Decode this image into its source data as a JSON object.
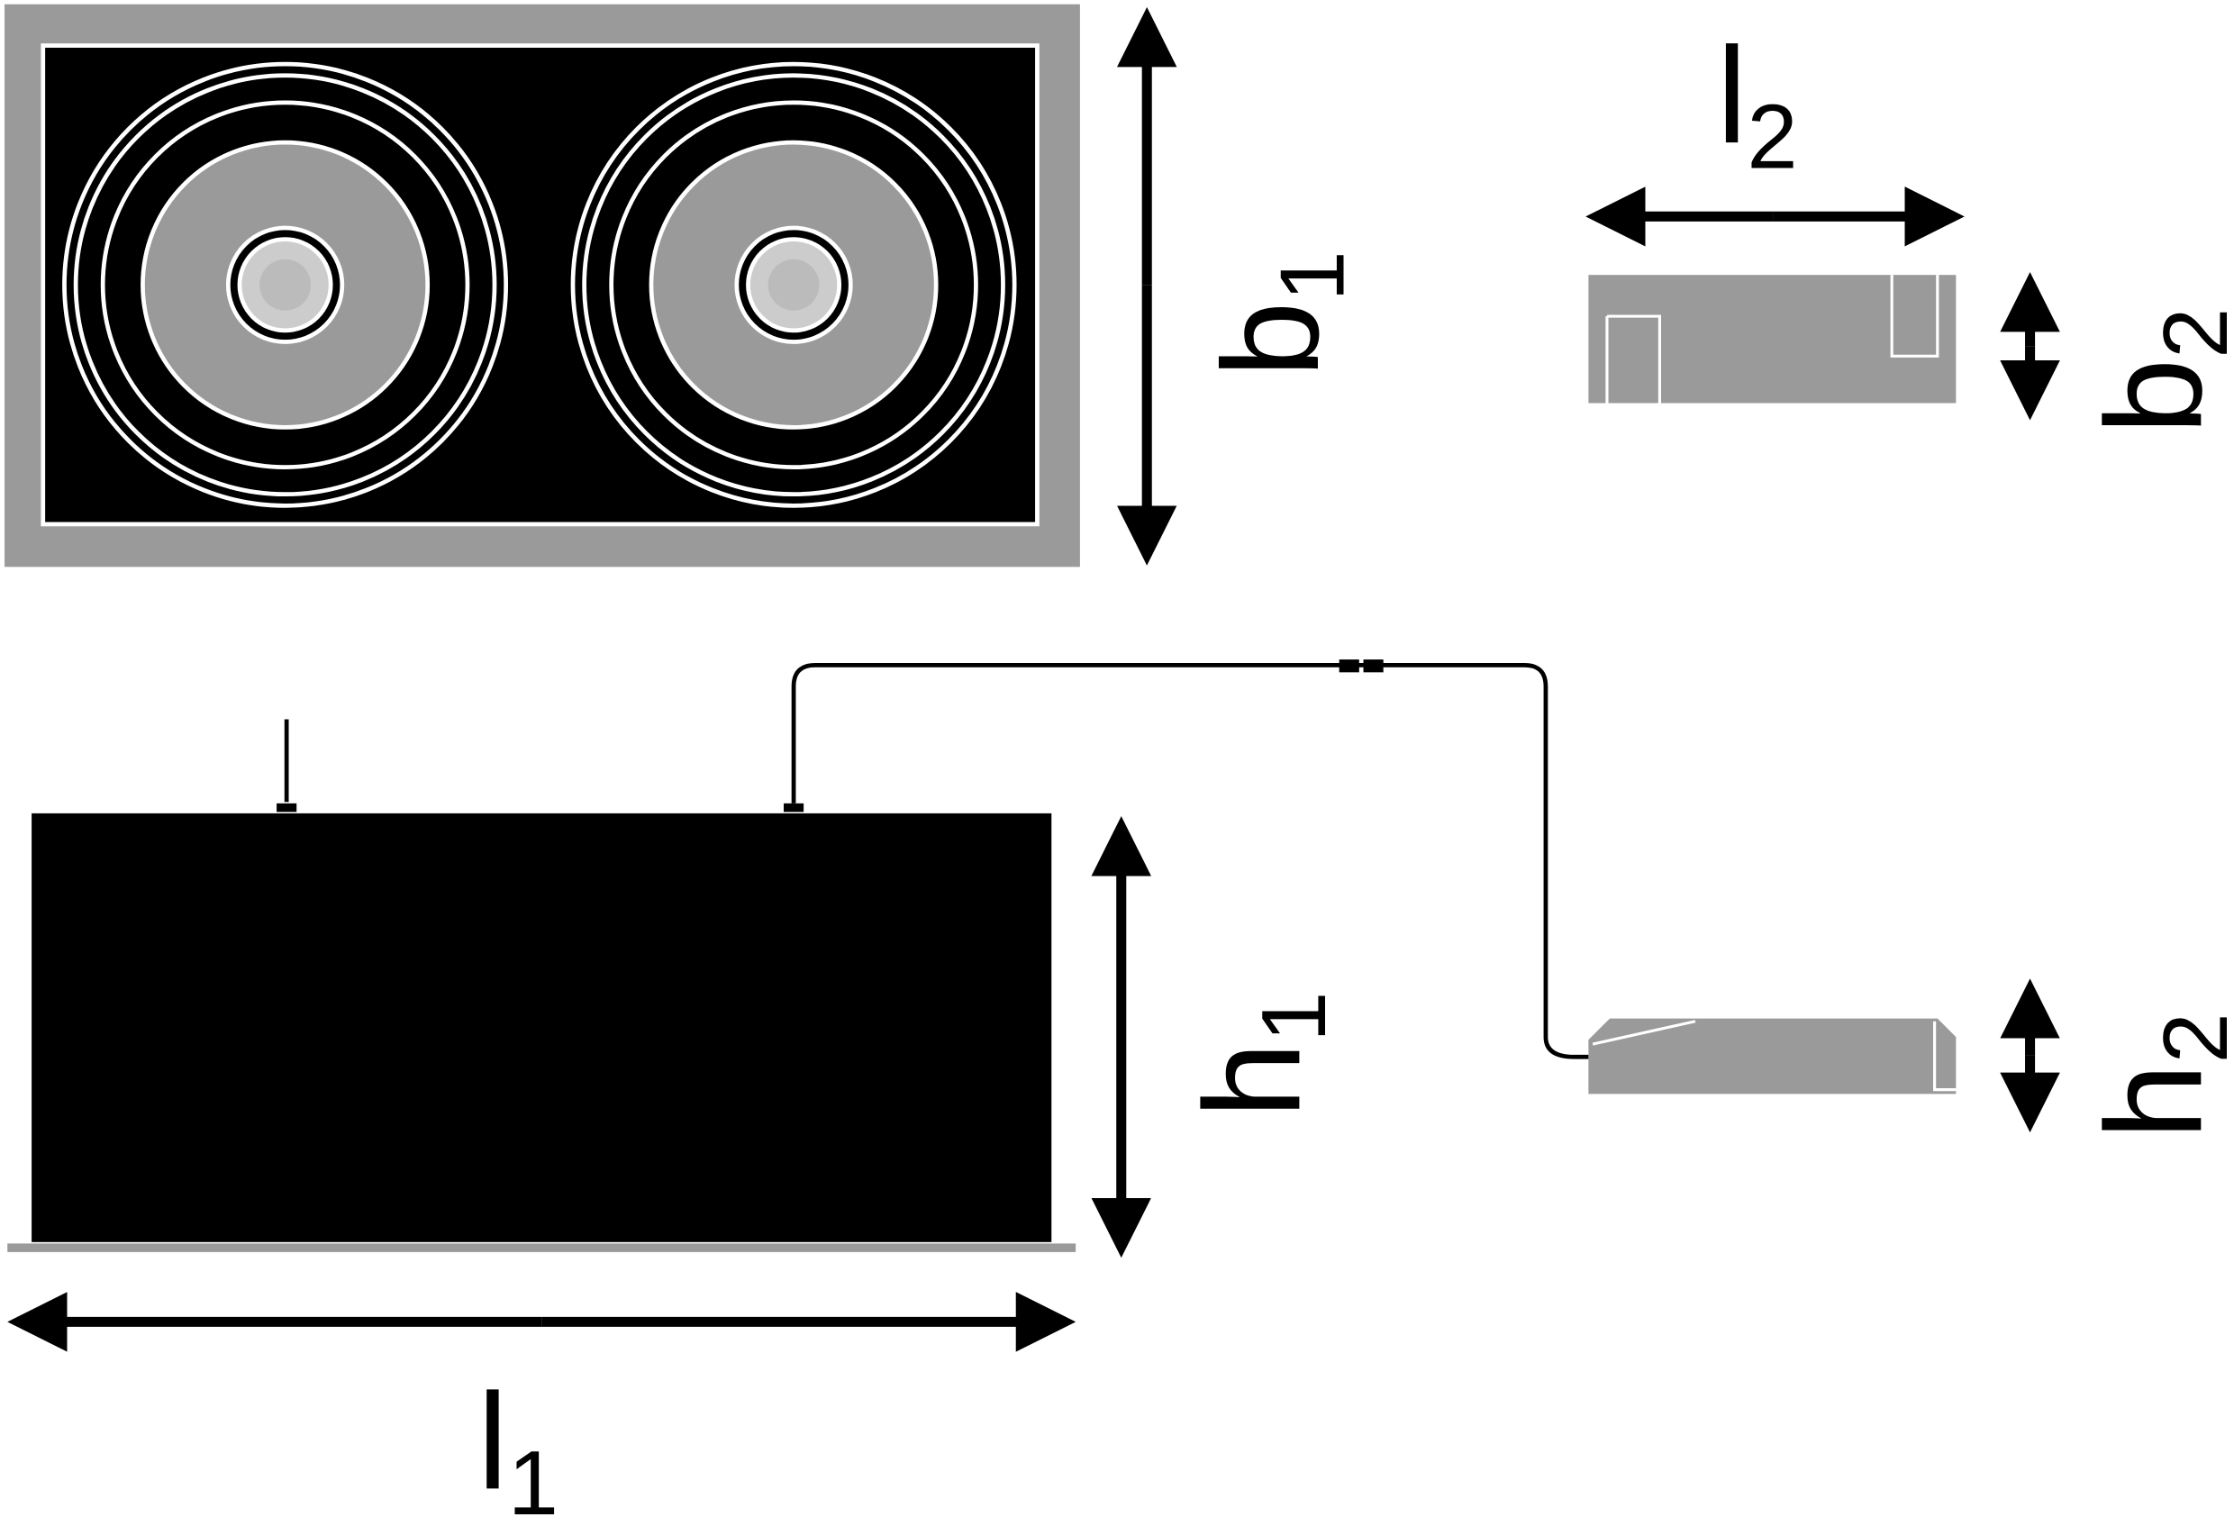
{
  "labels": {
    "l1": {
      "main": "l",
      "sub": "1"
    },
    "b1": {
      "main": "b",
      "sub": "1"
    },
    "h1": {
      "main": "h",
      "sub": "1"
    },
    "l2": {
      "main": "l",
      "sub": "2"
    },
    "b2": {
      "main": "b",
      "sub": "2"
    },
    "h2": {
      "main": "h",
      "sub": "2"
    }
  },
  "colors": {
    "body": "#000000",
    "frame": "#9a9a9a",
    "line": "#ffffff"
  }
}
